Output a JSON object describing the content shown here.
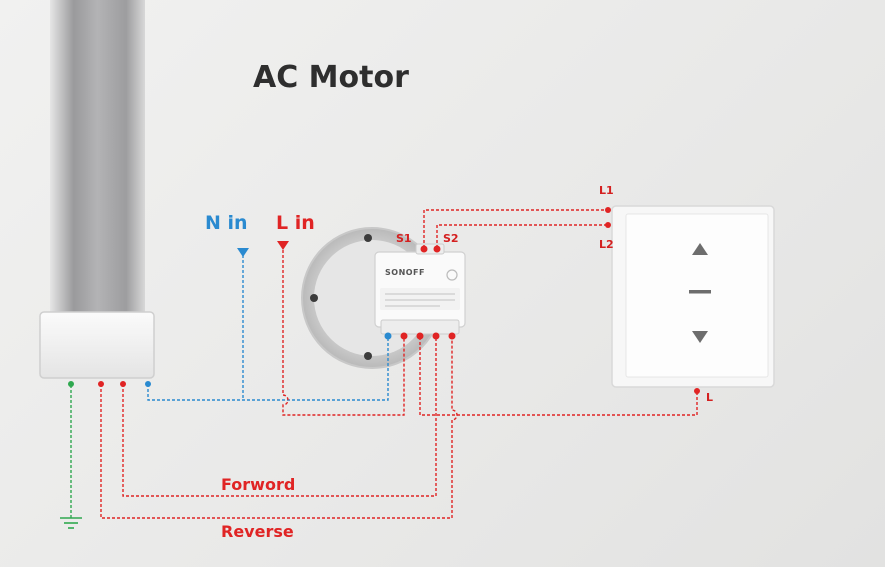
{
  "title": "AC Motor",
  "labels": {
    "n_in": "N in",
    "l_in": "L in",
    "forward": "Forword",
    "reverse": "Reverse",
    "s1": "S1",
    "s2": "S2",
    "l1": "L1",
    "l2": "L2",
    "l_switch": "L"
  },
  "device": {
    "brand": "SONOFF"
  },
  "colors": {
    "neutral": "#2a8ad0",
    "live": "#e02424",
    "earth": "#2fa84f",
    "text": "#2e2e2e"
  }
}
